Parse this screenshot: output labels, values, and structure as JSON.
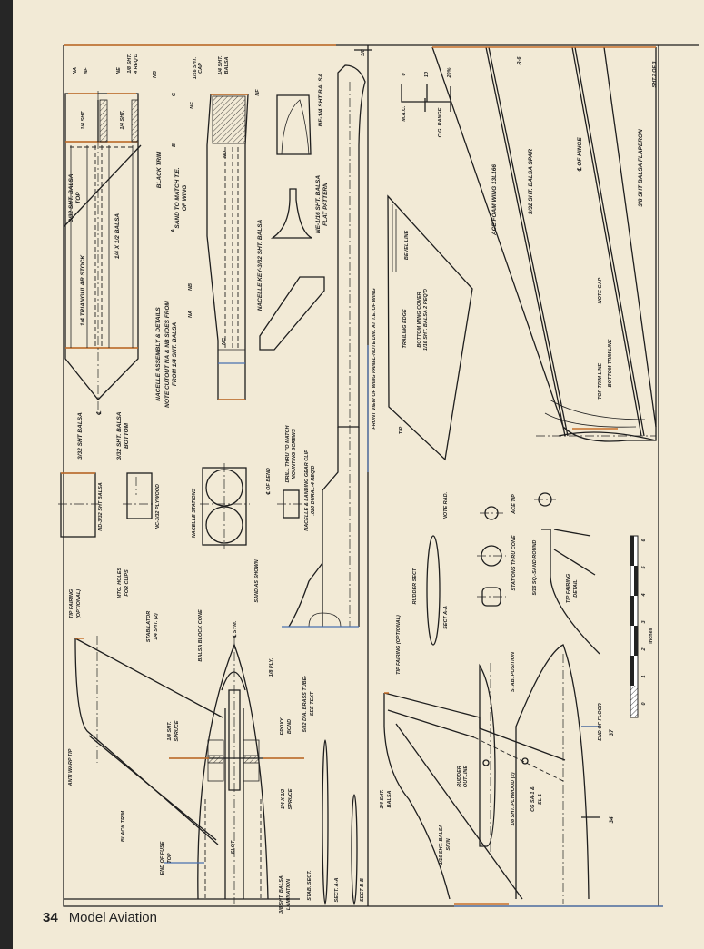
{
  "footer": {
    "page_number": "34",
    "magazine": "Model Aviation"
  },
  "sheet": "SHT.2 OF 3",
  "top_left": {
    "na": "NA",
    "nf": "NF",
    "ne": "NE",
    "nb": "NB",
    "sht_4req_1": "1/8 SHT.",
    "sht_4req_2": "4 REQ'D",
    "quarter_sht": "1/4 SHT.",
    "top_balsa_1": "3/32 SHT. BALSA",
    "top_balsa_2": "TOP",
    "black_trim": "BLACK TRIM",
    "tri_stock": "1/4 TRIANGULAR STOCK",
    "quarter_half_balsa": "1/4 X 1/2 BALSA",
    "bottom_balsa": "3/32 SHT BALSA",
    "bottom_balsa2_1": "3/32 SHT. BALSA",
    "bottom_balsa2_2": "BOTTOM",
    "centerline": "℄",
    "assembly_title": "NACELLE ASSEMBLY & DETAILS",
    "note_1": "NOTE CUTOUT NA & NB SIDES FROM",
    "note_2": "FROM 1/4 SHT. BALSA",
    "cap_1": "1/16 SHT.",
    "cap_2": "CAP",
    "side_balsa_1": "1/4 SHT.",
    "side_balsa_2": "BALSA",
    "sand_1": "SAND TO MATCH T.E.",
    "sand_2": "OF WING",
    "nd": "ND",
    "nc": "NC",
    "g": "G",
    "a": "A",
    "b": "B",
    "c": "C",
    "nf_part": "NF-1/4 SHT BALSA",
    "ne_part_1": "NE-1/16 SHT. BALSA",
    "ne_part_2": "FLAT PATTERN",
    "key_part": "NACELLE KEY-3/32 SHT. BALSA",
    "dim_38": "3/8"
  },
  "wing": {
    "mac": "M.A.C.",
    "mac_0": "0",
    "mac_10": "10",
    "mac_20": "20%",
    "cg_range": "C.G. RANGE",
    "r6": "R-6",
    "spar": "3/32 SHT. BALSA SPAR",
    "foam": "ACE FOAM WING 13L166",
    "hinge": "℄ OF HINGE",
    "flaperon": "3/8 SHT BALSA FLAPERON",
    "front_view": "FRONT VIEW OF WING PANEL-NOTE DIM. AT T.E. OF WING",
    "trailing_edge": "TRAILING EDGE",
    "cover_1": "BOTTOM WING COVER",
    "cover_2": "1/16 SHT. BALSA 2 REQ'D",
    "bevel": "BEVEL LINE",
    "tip": "TIP",
    "note_gap": "NOTE GAP",
    "top_trim": "TOP TRIM LINE",
    "bottom_trim": "BOTTOM TRIM LINE"
  },
  "bottom_left": {
    "nd_part": "ND-3/32 SHT BALSA",
    "nc_part": "NC-3/32 PLYWOOD",
    "mtg_1": "MTG. HOLES",
    "mtg_2": "FOR CLIPS",
    "stations": "NACELLE STATIONS",
    "sand_shown": "SAND AS SHOWN",
    "bend": "℄ OF BEND",
    "drill_1": "DRILL THRU TO MATCH",
    "drill_2": "MOUNTING SCREWS",
    "clip_1": "NACELLE & LANDING GEAR CLIP",
    "clip_2": ".020 DURAL-4 REQ'D",
    "tip_fairing_1": "TIP FAIRING",
    "tip_fairing_2": "(OPTIONAL)",
    "stabilator_1": "STABILATOR",
    "stabilator_2": "1/4 SHT. (2)",
    "cone": "BALSA BLOCK CONE",
    "sym": "℄ SYM.",
    "ply": "1/8 PLY.",
    "brass_1": "5/32 DIA. BRASS TUBE-",
    "brass_2": "SEE TEXT",
    "epoxy_1": "EPOXY",
    "epoxy_2": "BOND",
    "spruce_1": "1/4 SHT.",
    "spruce_2": "SPRUCE",
    "anti_warp": "ANTI WARP TIP",
    "black_trim": "BLACK TRIM",
    "end_fuse_1": "END OF FUSE",
    "end_fuse_2": "TOP",
    "spruce2_1": "1/4 X 1/2",
    "spruce2_2": "SPRUCE",
    "slot": "SLOT",
    "lam_1": "3/8 SHT. BALSA",
    "lam_2": "LAMINATION",
    "stab_sect": "STAB. SECT.",
    "sect_aa": "SECT. A-A",
    "sect_bb": "SECT B-B"
  },
  "bottom_right": {
    "tip_fairing": "TIP FAIRING (OPTIONAL)",
    "rudder_sect": "RUDDER SECT.",
    "sect_aa": "SECT A-A",
    "note_rad": "NOTE RAD.",
    "stations_cone": "STATIONS THRU CONE",
    "ace_tip": "ACE TIP",
    "sand_round": "5/16 SQ.-SAND ROUND",
    "tip_detail_1": "TIP FAIRING",
    "tip_detail_2": "DETAIL",
    "stab_position": "STAB. POSITION",
    "end_floor": "END OF FLOOR",
    "dim_37": "37",
    "dim_34": "34",
    "balsa_1": "1/4 SHT.",
    "balsa_2": "BALSA",
    "skin_1": "1/16 SHT. BALSA",
    "skin_2": "SKIN",
    "rudder_outline_1": "RUDDER",
    "rudder_outline_2": "OUTLINE",
    "plywood": "1/8 SHT. PLYWOOD (2)",
    "cg_1": "CG SA-1 &",
    "cg_2": "SL-1",
    "scale_unit": "inches",
    "scale_ticks": [
      "0",
      "1",
      "2",
      "3",
      "4",
      "5",
      "6"
    ]
  },
  "colors": {
    "paper": "#f2ead6",
    "ink": "#1e1e1e",
    "accent_orange": "#c8702a",
    "accent_blue": "#4a70b0"
  }
}
